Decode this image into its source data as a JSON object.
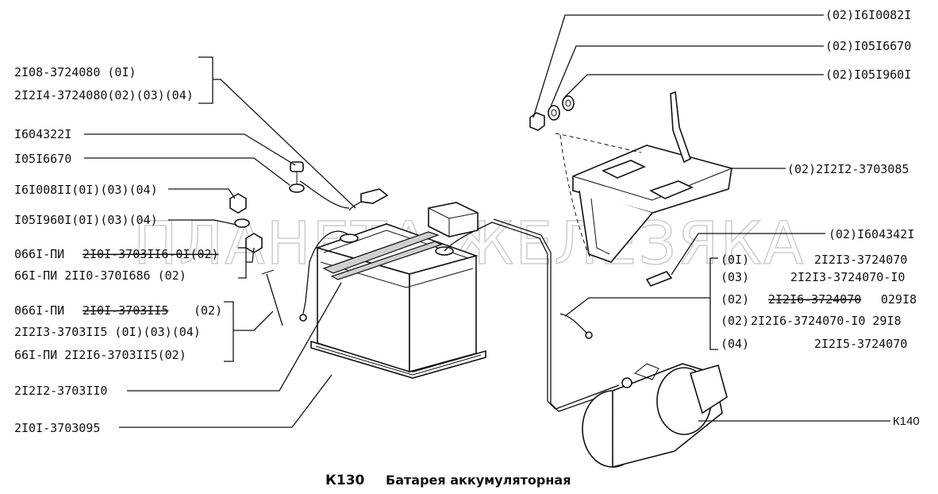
{
  "watermark": "ПЛАНЕТА ЖЕЛЕЗЯКА",
  "caption": {
    "code": "К130",
    "title": "Батарея аккумуляторная"
  },
  "reference": "К140",
  "left_labels": {
    "l1": "2I08-3724080 (0I)",
    "l2": "2I2I4-3724080(02)(03)(04)",
    "l3": "I604322I",
    "l4": "I05I6670",
    "l5": "I6I008II(0I)(03)(04)",
    "l6": "I05I960I(0I)(03)(04)",
    "l7a": "066I-ПИ",
    "l7b": "2I0I-3703II6-0I(02)",
    "l8": "66I-ПИ   2II0-370I686   (02)",
    "l9a": "066I-ПИ",
    "l9b": "2I0I-3703II5",
    "l9c": "(02)",
    "l10": "2I2I3-3703II5 (0I)(03)(04)",
    "l11": "66I-ПИ   2I2I6-3703II5(02)",
    "l12": "2I2I2-3703II0",
    "l13": "2I0I-3703095"
  },
  "right_labels": {
    "r1": "(02)I6I0082I",
    "r2": "(02)I05I6670",
    "r3": "(02)I05I960I",
    "r4": "(02)2I2I2-3703085",
    "r5": "(02)I604342I"
  },
  "bolt_table": [
    {
      "cond": "(0I)",
      "code": "2I2I3-3724070",
      "extra": ""
    },
    {
      "cond": "(03)",
      "code": "2I2I3-3724070-I0",
      "extra": ""
    },
    {
      "cond": "(02)",
      "code": "2I2I6-3724070",
      "extra": "029I8"
    },
    {
      "cond": "(02)",
      "code": "2I2I6-3724070-I0 29I8",
      "extra": ""
    },
    {
      "cond": "(04)",
      "code": "2I2I5-3724070",
      "extra": ""
    }
  ]
}
